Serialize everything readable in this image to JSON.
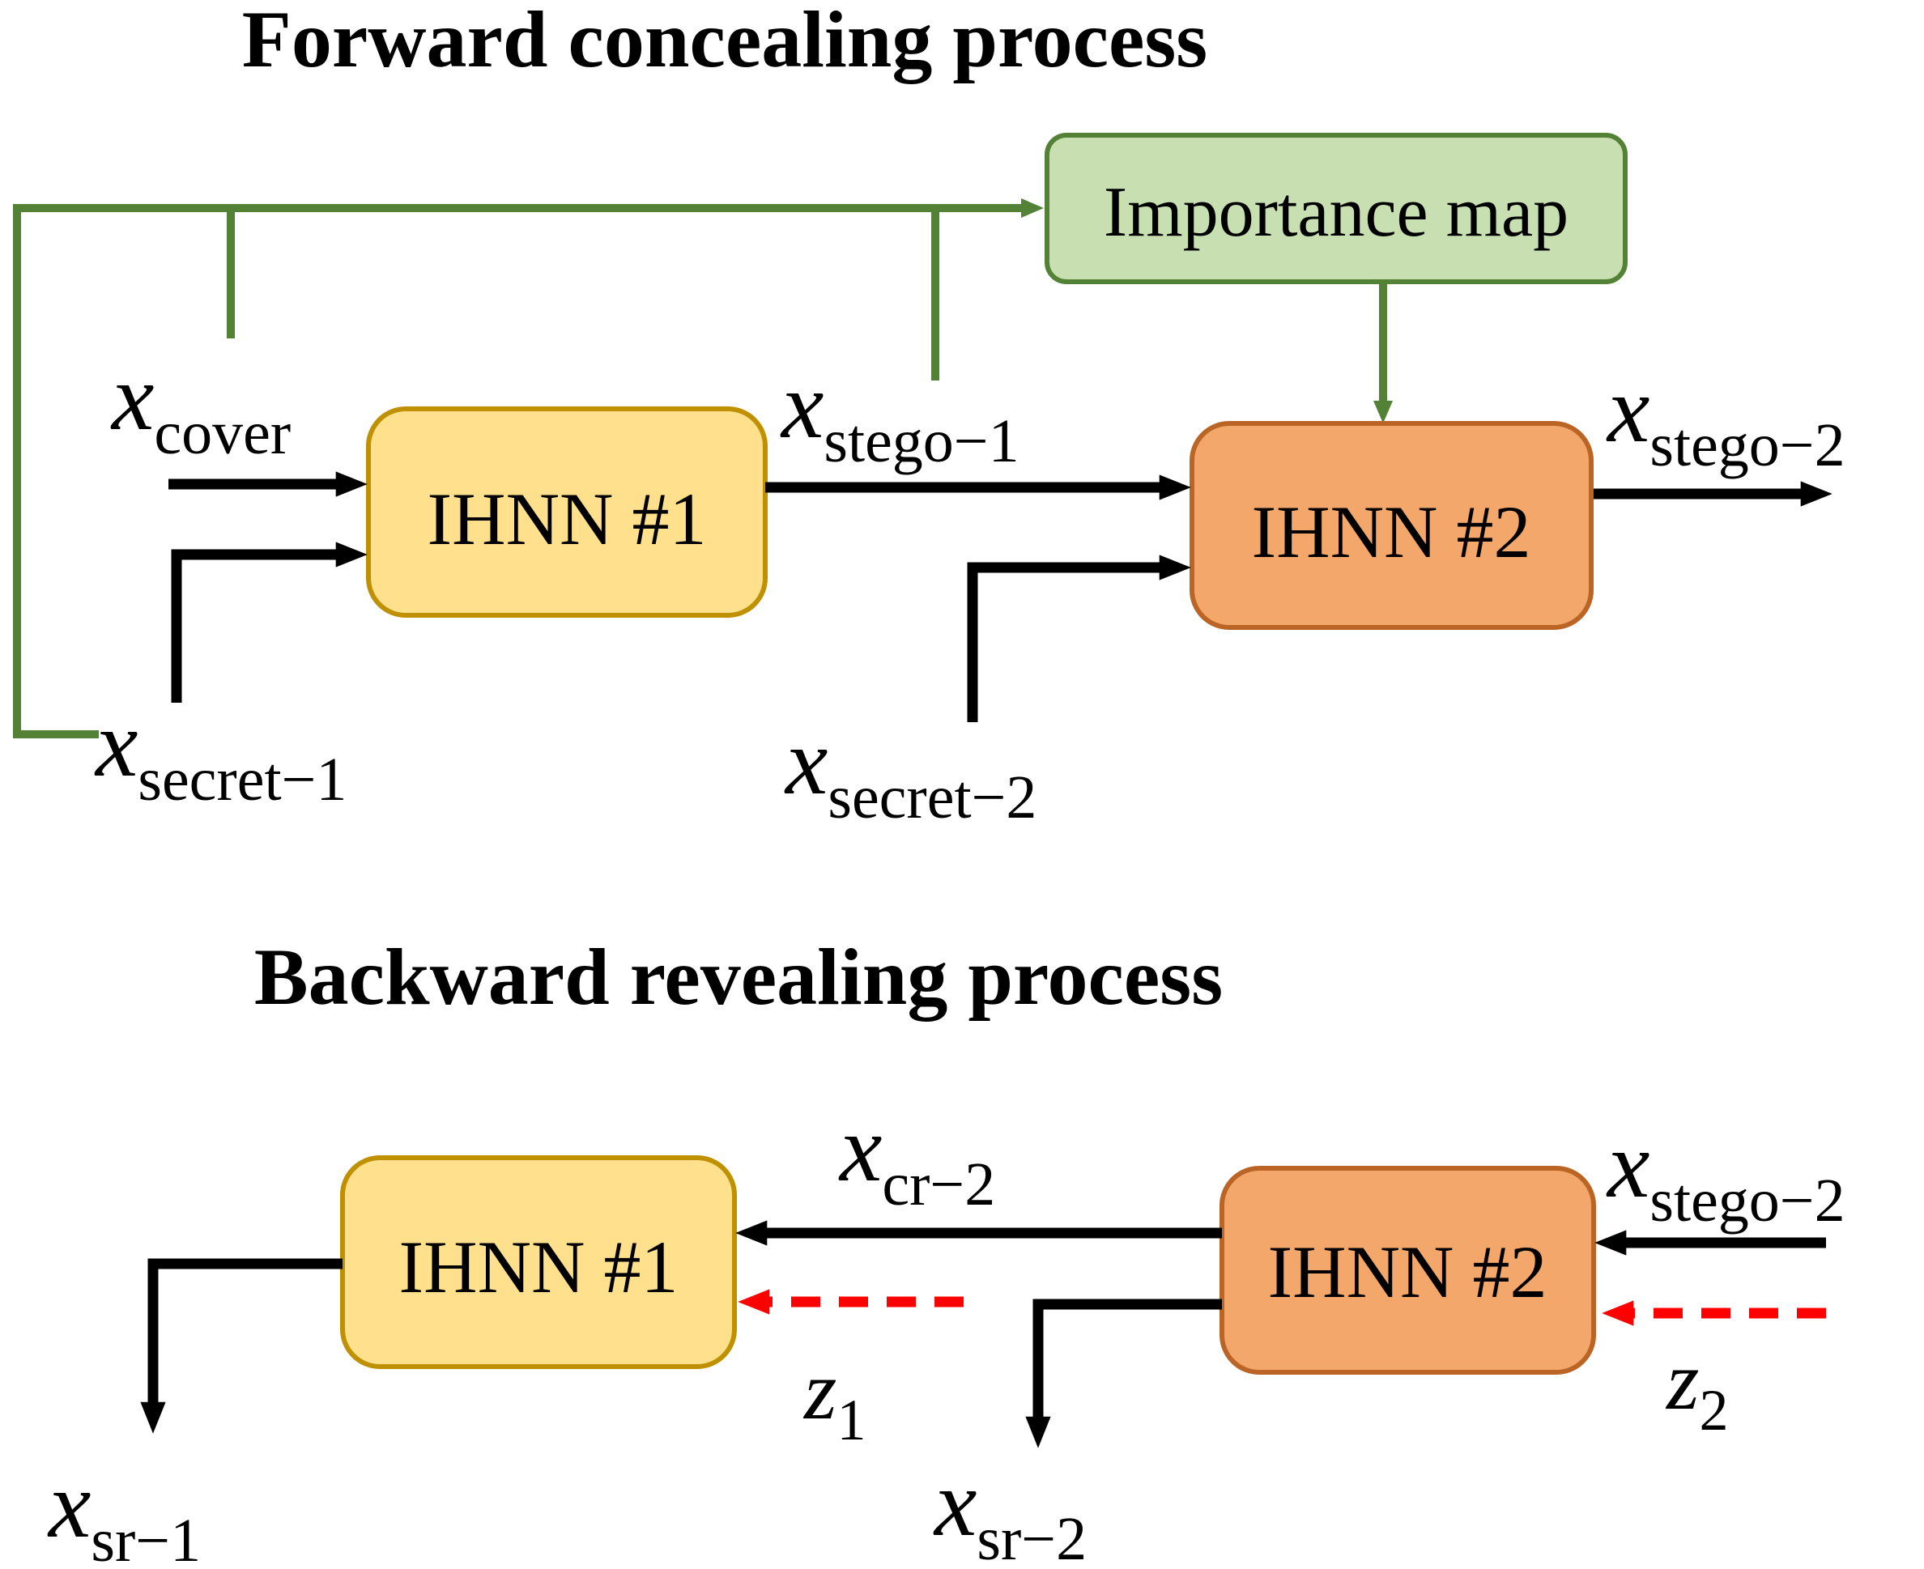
{
  "figure": {
    "type": "diagram",
    "description": "Two-stage invertible hiding neural network steganography pipeline"
  },
  "titles": {
    "forward": "Forward concealing process",
    "backward": "Backward revealing process"
  },
  "boxes": {
    "importance_map": "Importance map",
    "ihnn1": "IHNN #1",
    "ihnn2": "IHNN #2"
  },
  "labels": {
    "cover": {
      "main": "x",
      "sub": "cover"
    },
    "secret1": {
      "main": "x",
      "sub": "secret−1"
    },
    "secret2": {
      "main": "x",
      "sub": "secret−2"
    },
    "stego1": {
      "main": "x",
      "sub": "stego−1"
    },
    "stego2": {
      "main": "x",
      "sub": "stego−2"
    },
    "cr2": {
      "main": "x",
      "sub": "cr−2"
    },
    "sr1": {
      "main": "x",
      "sub": "sr−1"
    },
    "sr2": {
      "main": "x",
      "sub": "sr−2"
    },
    "z1": {
      "main": "z",
      "sub": "1"
    },
    "z2": {
      "main": "z",
      "sub": "2"
    }
  },
  "colors": {
    "green_line": "#538135",
    "importance_fill": "#c8dfb2",
    "ihnn1_fill": "#ffe08c",
    "ihnn1_stroke": "#bf9000",
    "ihnn2_fill": "#f3a76a",
    "ihnn2_stroke": "#ba6526",
    "solid_arrow": "#000000",
    "noise_arrow": "#ff0000"
  }
}
